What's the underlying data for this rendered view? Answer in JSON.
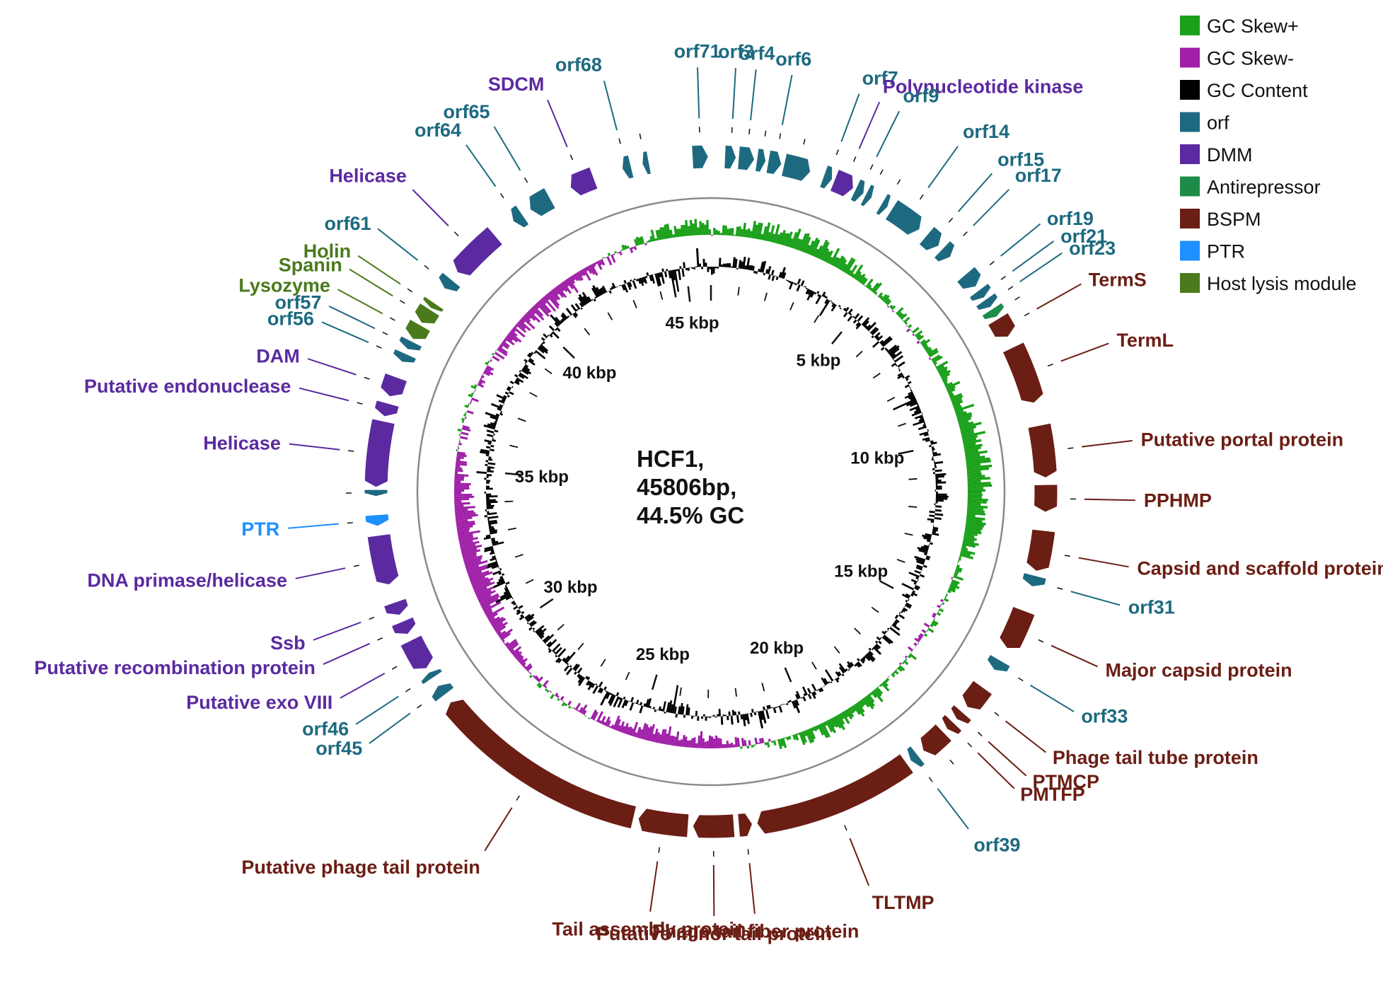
{
  "genome": {
    "name": "HCF1,",
    "length_text": "45806bp,",
    "gc_text": "44.5% GC",
    "length_bp": 45806
  },
  "colors": {
    "gc_skew_plus": "#1aa01a",
    "gc_skew_minus": "#a020a8",
    "gc_content": "#000000",
    "orf": "#1d6a80",
    "dmm": "#5b2aa0",
    "antirepressor": "#1e8c48",
    "bspm": "#6b1e14",
    "ptr": "#1e90ff",
    "host_lysis": "#4a7a1c",
    "label_orf": "#1d6a80",
    "label_dmm": "#5b2aa0",
    "label_bspm": "#6b1e14",
    "label_ptr": "#1e90ff",
    "label_lysis": "#4a7a1c"
  },
  "legend": [
    {
      "label": "GC Skew+",
      "color": "#1aa01a"
    },
    {
      "label": "GC Skew-",
      "color": "#a020a8"
    },
    {
      "label": "GC Content",
      "color": "#000000"
    },
    {
      "label": "orf",
      "color": "#1d6a80"
    },
    {
      "label": "DMM",
      "color": "#5b2aa0"
    },
    {
      "label": "Antirepressor",
      "color": "#1e8c48"
    },
    {
      "label": "BSPM",
      "color": "#6b1e14"
    },
    {
      "label": "PTR",
      "color": "#1e90ff"
    },
    {
      "label": "Host lysis module",
      "color": "#4a7a1c"
    }
  ],
  "tick_labels": [
    {
      "text": "5 kbp",
      "kbp": 5
    },
    {
      "text": "10 kbp",
      "kbp": 10
    },
    {
      "text": "15 kbp",
      "kbp": 15
    },
    {
      "text": "20 kbp",
      "kbp": 20
    },
    {
      "text": "25 kbp",
      "kbp": 25
    },
    {
      "text": "30 kbp",
      "kbp": 30
    },
    {
      "text": "35 kbp",
      "kbp": 35
    },
    {
      "text": "40 kbp",
      "kbp": 40
    },
    {
      "text": "45 kbp",
      "kbp": 45
    }
  ],
  "genes": [
    {
      "id": "orf71",
      "label": "orf71",
      "cat": "orf",
      "start_kbp": 45.4,
      "end_kbp": 45.75,
      "strand": "+"
    },
    {
      "id": "orf3",
      "label": "orf3",
      "cat": "orf",
      "start_kbp": 0.3,
      "end_kbp": 0.55,
      "strand": "+"
    },
    {
      "id": "orf4",
      "label": "orf4",
      "cat": "orf",
      "start_kbp": 0.6,
      "end_kbp": 0.95,
      "strand": "+"
    },
    {
      "id": "orf5",
      "label": "",
      "cat": "orf",
      "start_kbp": 1.0,
      "end_kbp": 1.2,
      "strand": "+"
    },
    {
      "id": "orf6",
      "label": "orf6",
      "cat": "orf",
      "start_kbp": 1.25,
      "end_kbp": 1.55,
      "strand": "+"
    },
    {
      "id": "orf6b",
      "label": "",
      "cat": "orf",
      "start_kbp": 1.6,
      "end_kbp": 2.2,
      "strand": "+"
    },
    {
      "id": "orf7",
      "label": "orf7",
      "cat": "orf",
      "start_kbp": 2.5,
      "end_kbp": 2.7,
      "strand": "+"
    },
    {
      "id": "pnk",
      "label": "Polynucleotide kinase",
      "cat": "dmm",
      "start_kbp": 2.75,
      "end_kbp": 3.2,
      "strand": "+"
    },
    {
      "id": "orf9",
      "label": "orf9",
      "cat": "orf",
      "start_kbp": 3.25,
      "end_kbp": 3.45,
      "strand": "+"
    },
    {
      "id": "orf10",
      "label": "",
      "cat": "orf",
      "start_kbp": 3.5,
      "end_kbp": 3.65,
      "strand": "+"
    },
    {
      "id": "orf11",
      "label": "",
      "cat": "orf",
      "start_kbp": 3.9,
      "end_kbp": 4.05,
      "strand": "+"
    },
    {
      "id": "orf14",
      "label": "orf14",
      "cat": "orf",
      "start_kbp": 4.15,
      "end_kbp": 4.9,
      "strand": "+"
    },
    {
      "id": "orf15",
      "label": "orf15",
      "cat": "orf",
      "start_kbp": 5.1,
      "end_kbp": 5.45,
      "strand": "+"
    },
    {
      "id": "orf17",
      "label": "orf17",
      "cat": "orf",
      "start_kbp": 5.55,
      "end_kbp": 5.8,
      "strand": "+"
    },
    {
      "id": "orf19",
      "label": "orf19",
      "cat": "orf",
      "start_kbp": 6.3,
      "end_kbp": 6.65,
      "strand": "+"
    },
    {
      "id": "orf21",
      "label": "orf21",
      "cat": "orf",
      "start_kbp": 6.75,
      "end_kbp": 6.95,
      "strand": "+"
    },
    {
      "id": "orf23",
      "label": "orf23",
      "cat": "orf",
      "start_kbp": 7.0,
      "end_kbp": 7.2,
      "strand": "+"
    },
    {
      "id": "anti",
      "label": "",
      "cat": "antirepressor",
      "start_kbp": 7.25,
      "end_kbp": 7.45,
      "strand": "+"
    },
    {
      "id": "terms",
      "label": "TermS",
      "cat": "bspm",
      "start_kbp": 7.5,
      "end_kbp": 7.95,
      "strand": "+"
    },
    {
      "id": "terml",
      "label": "TermL",
      "cat": "bspm",
      "start_kbp": 8.2,
      "end_kbp": 9.5,
      "strand": "+"
    },
    {
      "id": "portal",
      "label": "Putative portal protein",
      "cat": "bspm",
      "start_kbp": 10.0,
      "end_kbp": 11.15,
      "strand": "+"
    },
    {
      "id": "pphmp",
      "label": "PPHMP",
      "cat": "bspm",
      "start_kbp": 11.3,
      "end_kbp": 11.9,
      "strand": "+"
    },
    {
      "id": "capscaf",
      "label": "Capsid and scaffold protein",
      "cat": "bspm",
      "start_kbp": 12.3,
      "end_kbp": 13.2,
      "strand": "+"
    },
    {
      "id": "orf31",
      "label": "orf31",
      "cat": "orf",
      "start_kbp": 13.3,
      "end_kbp": 13.55,
      "strand": "+"
    },
    {
      "id": "mcp",
      "label": "Major capsid protein",
      "cat": "bspm",
      "start_kbp": 14.1,
      "end_kbp": 15.0,
      "strand": "+"
    },
    {
      "id": "orf33",
      "label": "orf33",
      "cat": "orf",
      "start_kbp": 15.3,
      "end_kbp": 15.55,
      "strand": "+"
    },
    {
      "id": "ptt",
      "label": "Phage tail tube protein",
      "cat": "bspm",
      "start_kbp": 16.0,
      "end_kbp": 16.55,
      "strand": "+"
    },
    {
      "id": "ptmcp",
      "label": "PTMCP",
      "cat": "bspm",
      "start_kbp": 16.7,
      "end_kbp": 16.9,
      "strand": "+"
    },
    {
      "id": "pmtfp",
      "label": "PMTFP",
      "cat": "bspm",
      "start_kbp": 17.0,
      "end_kbp": 17.2,
      "strand": "+"
    },
    {
      "id": "pmtfp2",
      "label": "",
      "cat": "bspm",
      "start_kbp": 17.3,
      "end_kbp": 17.9,
      "strand": "+"
    },
    {
      "id": "orf39",
      "label": "orf39",
      "cat": "orf",
      "start_kbp": 18.05,
      "end_kbp": 18.25,
      "strand": "+"
    },
    {
      "id": "tltmp",
      "label": "TLTMP",
      "cat": "bspm",
      "start_kbp": 18.35,
      "end_kbp": 21.9,
      "strand": "+"
    },
    {
      "id": "ptfp",
      "label": "Phage tail fiber protein",
      "cat": "bspm",
      "start_kbp": 22.0,
      "end_kbp": 22.3,
      "strand": "-"
    },
    {
      "id": "pmtp",
      "label": "Putative minor tail protein",
      "cat": "bspm",
      "start_kbp": 22.4,
      "end_kbp": 23.3,
      "strand": "+"
    },
    {
      "id": "tap",
      "label": "Tail assembly protein",
      "cat": "bspm",
      "start_kbp": 23.4,
      "end_kbp": 24.5,
      "strand": "+"
    },
    {
      "id": "ptp",
      "label": "Putative phage tail protein",
      "cat": "bspm",
      "start_kbp": 24.6,
      "end_kbp": 29.4,
      "strand": "+"
    },
    {
      "id": "orf45",
      "label": "orf45",
      "cat": "orf",
      "start_kbp": 29.6,
      "end_kbp": 29.85,
      "strand": "+"
    },
    {
      "id": "orf46",
      "label": "orf46",
      "cat": "orf",
      "start_kbp": 30.05,
      "end_kbp": 30.2,
      "strand": "+"
    },
    {
      "id": "exo8",
      "label": "Putative exo VIII",
      "cat": "dmm",
      "start_kbp": 30.3,
      "end_kbp": 31.0,
      "strand": "-"
    },
    {
      "id": "recomb",
      "label": "Putative recombination protein",
      "cat": "dmm",
      "start_kbp": 31.15,
      "end_kbp": 31.45,
      "strand": "-"
    },
    {
      "id": "ssb",
      "label": "Ssb",
      "cat": "dmm",
      "start_kbp": 31.6,
      "end_kbp": 31.9,
      "strand": "-"
    },
    {
      "id": "primase",
      "label": "DNA primase/helicase",
      "cat": "dmm",
      "start_kbp": 32.3,
      "end_kbp": 33.4,
      "strand": "-"
    },
    {
      "id": "ptr",
      "label": "PTR",
      "cat": "ptr",
      "start_kbp": 33.6,
      "end_kbp": 33.85,
      "strand": "-"
    },
    {
      "id": "orf_pre_hel",
      "label": "",
      "cat": "orf",
      "start_kbp": 34.25,
      "end_kbp": 34.4,
      "strand": "-"
    },
    {
      "id": "helicase1",
      "label": "Helicase",
      "cat": "dmm",
      "start_kbp": 34.45,
      "end_kbp": 35.9,
      "strand": "-"
    },
    {
      "id": "endo",
      "label": "Putative endonuclease",
      "cat": "dmm",
      "start_kbp": 36.0,
      "end_kbp": 36.3,
      "strand": "-"
    },
    {
      "id": "dam",
      "label": "DAM",
      "cat": "dmm",
      "start_kbp": 36.45,
      "end_kbp": 36.9,
      "strand": "-"
    },
    {
      "id": "orf56",
      "label": "orf56",
      "cat": "orf",
      "start_kbp": 37.25,
      "end_kbp": 37.45,
      "strand": "-"
    },
    {
      "id": "orf57",
      "label": "orf57",
      "cat": "orf",
      "start_kbp": 37.55,
      "end_kbp": 37.75,
      "strand": "-"
    },
    {
      "id": "lysozyme",
      "label": "Lysozyme",
      "cat": "host_lysis",
      "start_kbp": 37.8,
      "end_kbp": 38.15,
      "strand": "-"
    },
    {
      "id": "spanin",
      "label": "Spanin",
      "cat": "host_lysis",
      "start_kbp": 38.2,
      "end_kbp": 38.55,
      "strand": "-"
    },
    {
      "id": "holin",
      "label": "Holin",
      "cat": "host_lysis",
      "start_kbp": 38.58,
      "end_kbp": 38.72,
      "strand": "-"
    },
    {
      "id": "orf61",
      "label": "orf61",
      "cat": "orf",
      "start_kbp": 39.1,
      "end_kbp": 39.35,
      "strand": "-"
    },
    {
      "id": "helicase2",
      "label": "Helicase",
      "cat": "dmm",
      "start_kbp": 39.55,
      "end_kbp": 40.7,
      "strand": "-"
    },
    {
      "id": "orf64",
      "label": "orf64",
      "cat": "orf",
      "start_kbp": 41.2,
      "end_kbp": 41.45,
      "strand": "-"
    },
    {
      "id": "orf65",
      "label": "orf65",
      "cat": "orf",
      "start_kbp": 41.65,
      "end_kbp": 42.15,
      "strand": "-"
    },
    {
      "id": "sdcm",
      "label": "SDCM",
      "cat": "dmm",
      "start_kbp": 42.65,
      "end_kbp": 43.2,
      "strand": "-"
    },
    {
      "id": "orf68",
      "label": "orf68",
      "cat": "orf",
      "start_kbp": 43.85,
      "end_kbp": 44.05,
      "strand": "-"
    },
    {
      "id": "orf69",
      "label": "",
      "cat": "orf",
      "start_kbp": 44.3,
      "end_kbp": 44.45,
      "strand": "-"
    }
  ]
}
